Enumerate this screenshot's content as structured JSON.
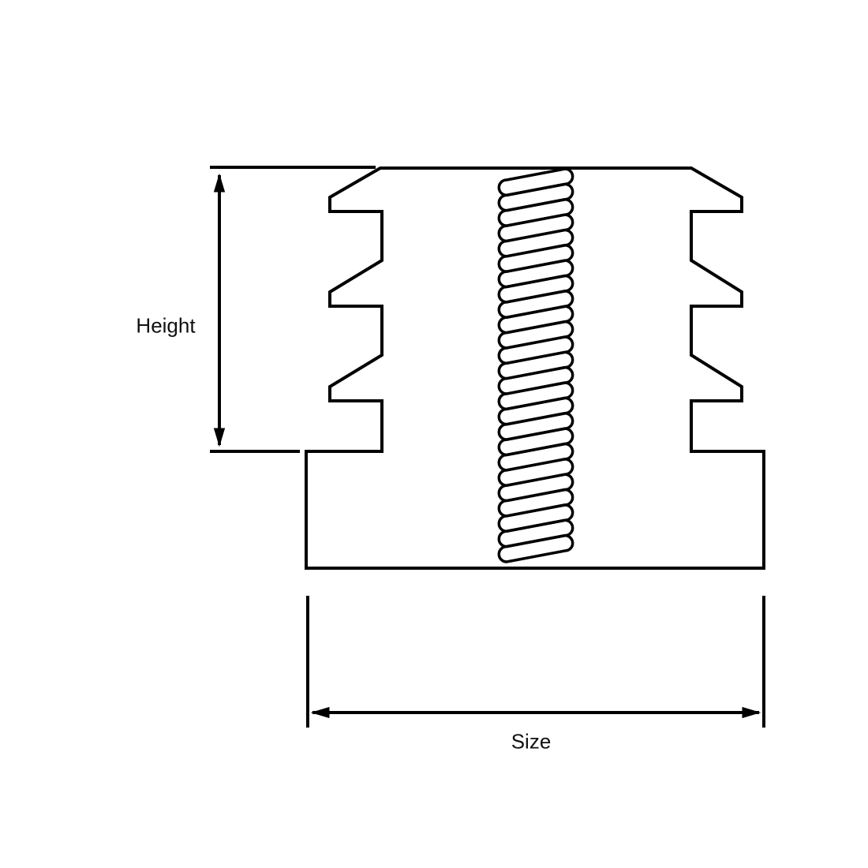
{
  "labels": {
    "height": "Height",
    "size": "Size"
  },
  "colors": {
    "stroke": "#000000",
    "background": "#ffffff"
  },
  "thread": {
    "coil_count": 25
  }
}
